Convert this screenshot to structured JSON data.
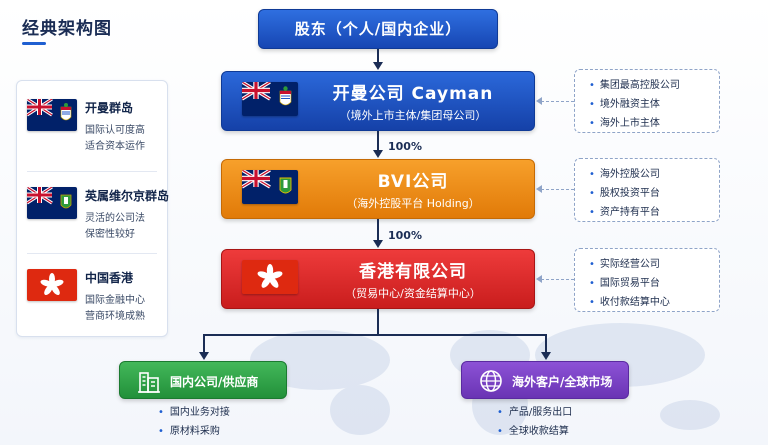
{
  "page": {
    "title": "经典架构图"
  },
  "legend": {
    "items": [
      {
        "name": "开曼群岛",
        "desc1": "国际认可度高",
        "desc2": "适合资本运作",
        "flag": "cayman-flag"
      },
      {
        "name": "英属维尔京群岛",
        "desc1": "灵活的公司法",
        "desc2": "保密性较好",
        "flag": "bvi-flag"
      },
      {
        "name": "中国香港",
        "desc1": "国际金融中心",
        "desc2": "营商环境成熟",
        "flag": "hongkong-flag"
      }
    ]
  },
  "shareholder": {
    "label": "股东（个人/国内企业）"
  },
  "entities": [
    {
      "name": "开曼公司 Cayman",
      "subtitle": "（境外上市主体/集团母公司）",
      "color": "#1f56c8",
      "flag": "cayman-flag"
    },
    {
      "name": "BVI公司",
      "subtitle": "（海外控股平台 Holding）",
      "color": "#f08c1a",
      "flag": "bvi-flag"
    },
    {
      "name": "香港有限公司",
      "subtitle": "（贸易中心/资金结算中心）",
      "color": "#dd2a2a",
      "flag": "hongkong-flag"
    }
  ],
  "ownership": [
    {
      "percent": "100%"
    },
    {
      "percent": "100%"
    }
  ],
  "notes": [
    {
      "items": [
        "集团最高控股公司",
        "境外融资主体",
        "海外上市主体"
      ]
    },
    {
      "items": [
        "海外控股公司",
        "股权投资平台",
        "资产持有平台"
      ]
    },
    {
      "items": [
        "实际经营公司",
        "国际贸易平台",
        "收付款结算中心"
      ]
    }
  ],
  "bottom": {
    "domestic": {
      "label": "国内公司/供应商",
      "icon": "building-icon",
      "color": "#2ea348",
      "items": [
        "国内业务对接",
        "原材料采购"
      ]
    },
    "overseas": {
      "label": "海外客户/全球市场",
      "icon": "globe-icon",
      "color": "#7a42c4",
      "items": [
        "产品/服务出口",
        "全球收款结算"
      ]
    }
  }
}
